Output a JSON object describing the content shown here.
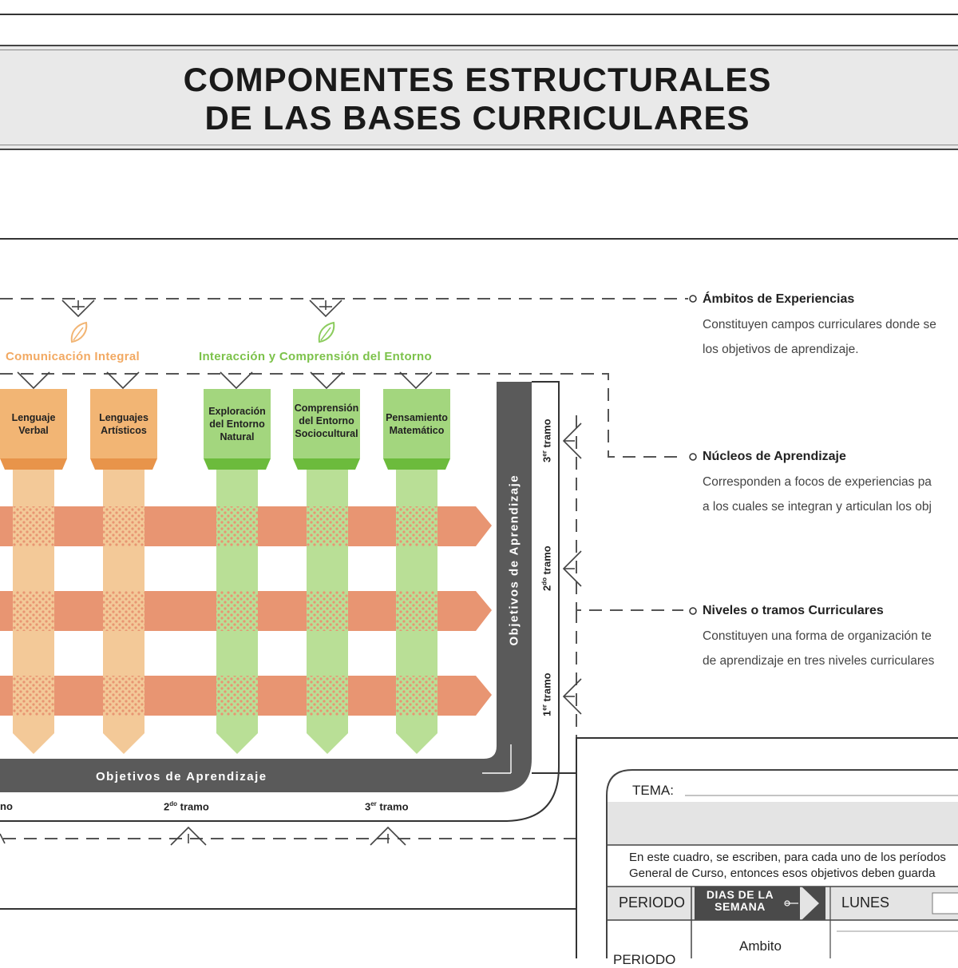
{
  "page": {
    "title_line1": "COMPONENTES ESTRUCTURALES",
    "title_line2": "DE LAS BASES CURRICULARES"
  },
  "diagram": {
    "ambitos": [
      {
        "label": "Comunicación Integral",
        "color": "#f2a962"
      },
      {
        "label": "Interacción y Comprensión del Entorno",
        "color": "#7cc24a"
      }
    ],
    "nucleos": [
      {
        "label": "Lenguaje Verbal",
        "lines": [
          "Lenguaje",
          "Verbal"
        ],
        "group": "orange"
      },
      {
        "label": "Lenguajes Artísticos",
        "lines": [
          "Lenguajes",
          "Artísticos"
        ],
        "group": "orange"
      },
      {
        "label": "Exploración del Entorno Natural",
        "lines": [
          "Exploración",
          "del Entorno",
          "Natural"
        ],
        "group": "green"
      },
      {
        "label": "Comprensión del Entorno Sociocultural",
        "lines": [
          "Comprensión",
          "del Entorno",
          "Sociocultural"
        ],
        "group": "green"
      },
      {
        "label": "Pensamiento Matemático",
        "lines": [
          "Pensamiento",
          "Matemático"
        ],
        "group": "green"
      }
    ],
    "objetivos_horizontal": "Objetivos de Aprendizaje",
    "objetivos_vertical": "Objetivos de Aprendizaje",
    "tramos_vertical": [
      {
        "num": "3",
        "sup": "er",
        "word": "tramo"
      },
      {
        "num": "2",
        "sup": "do",
        "word": "tramo"
      },
      {
        "num": "1",
        "sup": "er",
        "word": "tramo"
      }
    ],
    "tramos_horizontal": [
      {
        "text": "no"
      },
      {
        "num": "2",
        "sup": "do",
        "word": "tramo"
      },
      {
        "num": "3",
        "sup": "er",
        "word": "tramo"
      }
    ],
    "colors": {
      "orange_light": "#f3c998",
      "orange_mid": "#f2b574",
      "orange_dark": "#e8944a",
      "salmon": "#e89572",
      "green_light": "#b9df96",
      "green_mid": "#a3d67e",
      "green_dark": "#6cbb3c",
      "dark_band": "#5a5a5a"
    }
  },
  "sidebar": {
    "ambitos": {
      "heading": "Ámbitos de Experiencias",
      "lines": [
        "Constituyen campos curriculares donde se",
        "los objetivos de aprendizaje."
      ]
    },
    "nucleos": {
      "heading": "Núcleos de Aprendizaje",
      "lines": [
        "Corresponden a focos de experiencias pa",
        "a los cuales se integran y articulan los obj"
      ]
    },
    "niveles": {
      "heading": "Niveles o tramos Curriculares",
      "lines": [
        "Constituyen una forma de organización te",
        "de aprendizaje en tres niveles curriculares"
      ]
    }
  },
  "form": {
    "tema_label": "TEMA:",
    "instructions": [
      "En este cuadro, se escriben, para cada uno de los períodos",
      "General de Curso, entonces esos objetivos deben guarda"
    ],
    "periodo_header": "PERIODO",
    "dias_header_line1": "DIAS DE LA",
    "dias_header_line2": "SEMANA",
    "lunes": "LUNES",
    "ambito_cell": "Ambito",
    "periodo_row": "PERIODO"
  }
}
